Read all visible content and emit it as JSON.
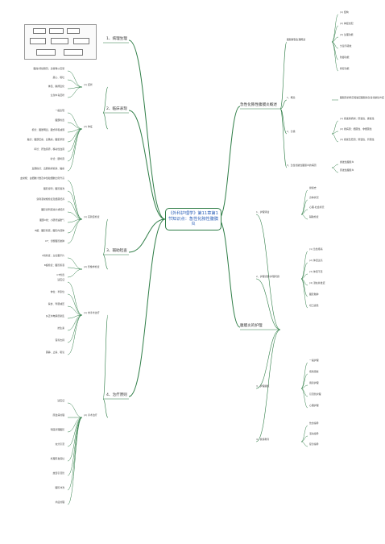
{
  "root_title": "《外科护理学》第11章第1节知识点：急性化脓性腹膜炎",
  "colors": {
    "branch": "#2e7d46",
    "root_text": "#2a5fb8"
  },
  "thumbnail_icon": "flowchart-thumbnail",
  "left": {
    "b1": {
      "label": "1、病理生理"
    },
    "b2": {
      "label": "2、临床表现",
      "g1": {
        "label": "(1) 症状",
        "items": [
          "腹痛/持续剧烈，患者难以忍受",
          "恶心、呕吐",
          "体温、脉搏变化",
          "全身中毒症状"
        ]
      },
      "g2": {
        "label": "(2) 体征",
        "items": [
          "一般表现",
          "腹部检查",
          "视诊：腹胀明显，腹式呼吸减弱",
          "触诊：腹部压痛、反跳痛，腹肌紧张",
          "叩诊：肝浊音界，移动性浊音",
          "听诊：肠鸣音",
          "直肠指诊：直肠前窝饱满、触痛"
        ]
      }
    },
    "b3": {
      "label": "3、辅助检查",
      "g1": {
        "label": "(1) 实验室检查",
        "items": [
          "血常规：白细胞计数及中性粒细胞比例升高",
          "腹腔穿刺：腹腔灌洗",
          "穿刺液常规检查及细菌培养",
          "腹腔穿刺液涂片或培养",
          "腹部X线：小肠普遍胀气",
          "B超：腹腔积液，腹腔内液体",
          "CT：诊断腹腔脓肿"
        ]
      },
      "g2": {
        "label": "(2) 影像学检查",
        "items": [
          "X线检查：立位腹平片",
          "B超检查：腹腔积液",
          "CT检查"
        ]
      }
    },
    "b4": {
      "label": "4、治疗原则",
      "g1": {
        "label": "(1) 非手术治疗",
        "items": [
          "适应证",
          "体位：半卧位",
          "禁食、胃肠减压",
          "纠正水电解质紊乱",
          "抗生素",
          "营养支持",
          "镇静、止痛、吸氧"
        ]
      },
      "g2": {
        "label": "(2) 手术治疗",
        "items": [
          "适应证",
          "原发病处理",
          "彻底清理腹腔",
          "充分引流",
          "处理原发病灶",
          "放置引流管",
          "腹腔冲洗",
          "术后处理"
        ]
      }
    }
  },
  "right": {
    "b1": {
      "label": "急性化脓性腹膜炎概述",
      "g1": {
        "label": "腹膜解剖生理概述",
        "items": [
          "(1) 结构",
          "(2) 神经支配",
          "(3) 生理功能",
          "分泌与吸收",
          "防御功能",
          "修复功能"
        ]
      },
      "g2": {
        "label": "1、概念",
        "items": [
          "腹膜腔的壁层和脏层腹膜的急性化脓性炎症"
        ]
      },
      "g3": {
        "label": "2、分类",
        "items": [
          "(1) 按发病机制：原发性、继发性",
          "(2) 按病因：细菌性、非细菌性",
          "(3) 按累及范围：弥漫性、局限性"
        ]
      },
      "g4": {
        "label": "3、急性化脓性腹膜炎的病因",
        "items": [
          "继发性腹膜炎",
          "原发性腹膜炎"
        ]
      }
    },
    "b2": {
      "label": "腹膜炎的护理",
      "g1": {
        "label": "1、护理评估",
        "items": [
          "健康史",
          "身体状况",
          "心理-社会状况",
          "辅助检查"
        ]
      },
      "g2": {
        "label": "2、护理诊断/护理问题",
        "items": [
          "(1) 急性疼痛",
          "(2) 体温过高",
          "(3) 体液不足",
          "(4) 潜在并发症",
          "腹腔脓肿",
          "切口感染"
        ]
      },
      "g3": {
        "label": "3、护理措施",
        "items": [
          "一般护理",
          "病情观察",
          "用药护理",
          "引流管护理",
          "心理护理"
        ]
      },
      "g4": {
        "label": "4、健康教育",
        "items": [
          "饮食指导",
          "活动指导",
          "复诊指导"
        ]
      }
    }
  }
}
